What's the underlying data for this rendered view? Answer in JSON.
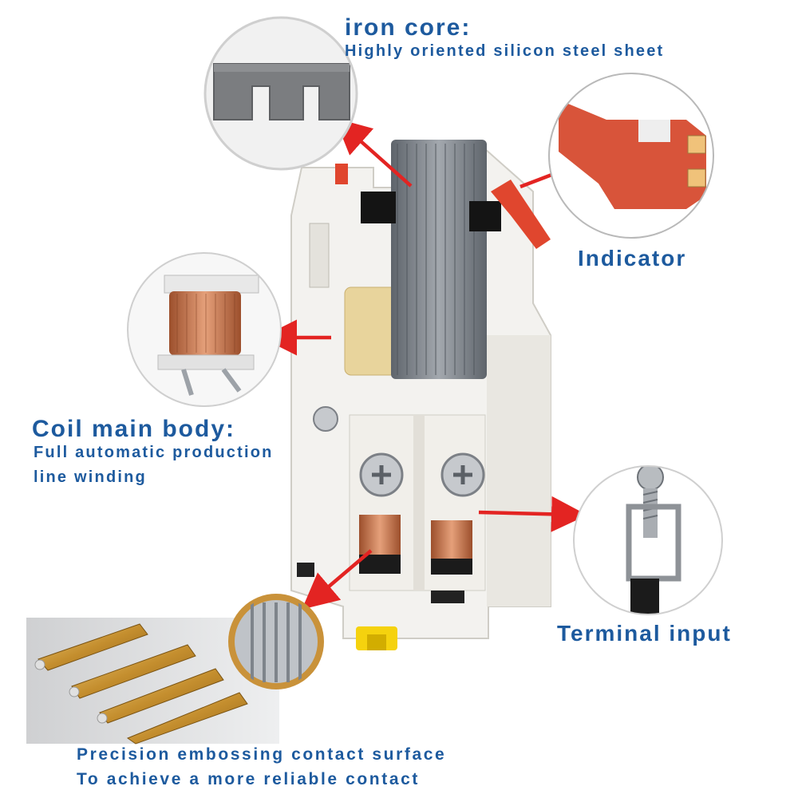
{
  "labels": {
    "iron_core_title": "iron core:",
    "iron_core_desc": "Highly oriented silicon steel sheet",
    "indicator": "Indicator",
    "coil_title": "Coil main body:",
    "coil_desc_line1": "Full automatic production",
    "coil_desc_line2": "line winding",
    "terminal": "Terminal input",
    "precision_line1": "Precision embossing contact surface",
    "precision_line2": "To achieve a more reliable contact"
  },
  "colors": {
    "label_blue": "#1d5a9e",
    "arrow_red": "#e32422",
    "body_white": "#f3f2ef",
    "steel": "#7d8288",
    "copper": "#c8744c",
    "indicator_red": "#e0462e",
    "brass": "#cfa24a",
    "yellow_clip": "#f5d20e"
  },
  "icons": [
    "arrow-red-icon"
  ]
}
